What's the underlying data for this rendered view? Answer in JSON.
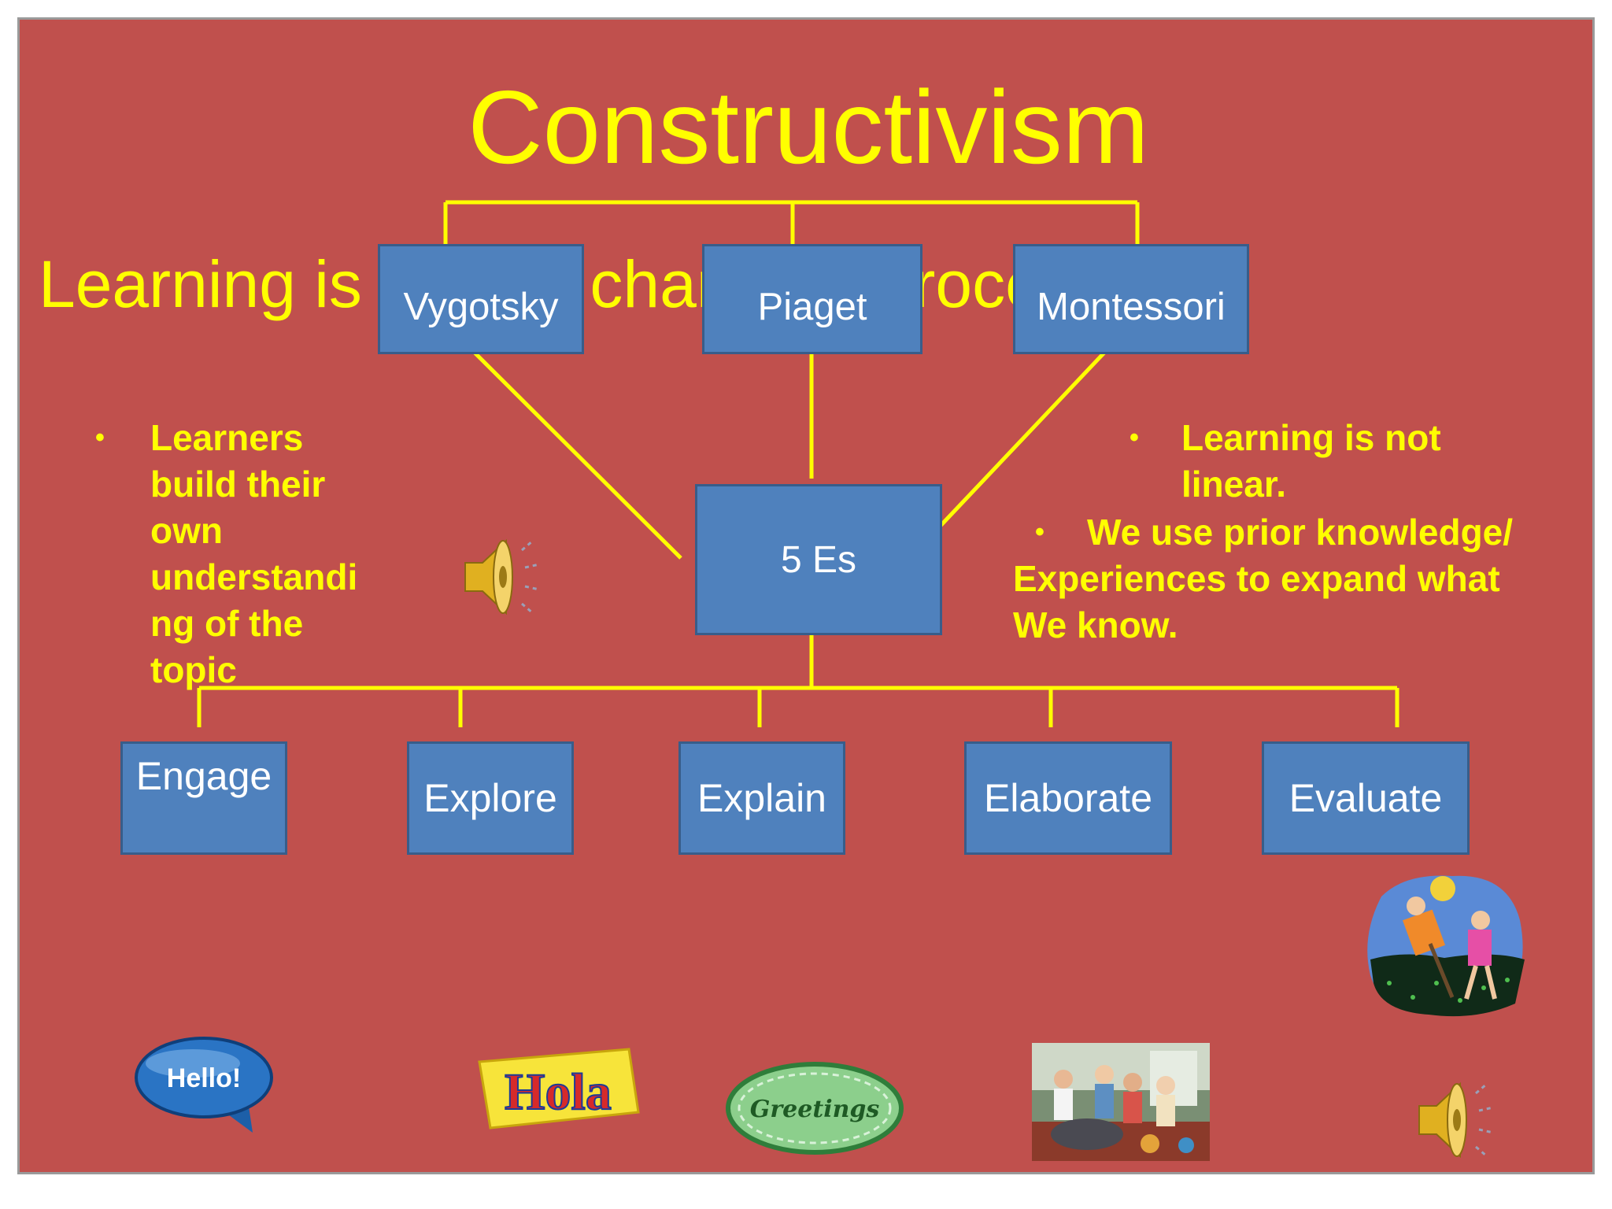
{
  "slide": {
    "title": "Constructivism",
    "subtitle": "Learning is active, changing process"
  },
  "theorists": [
    "Vygotsky",
    "Piaget",
    "Montessori"
  ],
  "center": "5 Es",
  "phases": [
    "Engage",
    "Explore",
    "Explain",
    "Elaborate",
    "Evaluate"
  ],
  "left_bullet": "Learners build their own understanding of the topic",
  "left_bullet_lines": [
    "Learners",
    "build their",
    "own",
    "understandi",
    "ng of the",
    "topic"
  ],
  "right_bullets": {
    "first_lines": [
      "Learning is not",
      "linear."
    ],
    "second_first_line": "We use prior knowledge/",
    "second_continuation": [
      "Experiences to expand what",
      "We know."
    ]
  },
  "clipart": {
    "speech_bubble_text": "Hello!",
    "hola_text": "Hola",
    "greetings_text": "Greetings",
    "icons": [
      "speaker-icon",
      "speech-bubble-hello",
      "hola-sign",
      "greetings-oval",
      "family-photo",
      "kids-gardening-clipart"
    ]
  },
  "colors": {
    "background": "#c0504d",
    "text": "#ffff00",
    "box_fill": "#4f81bd",
    "box_border": "#385d8a",
    "connector": "#ffff00"
  }
}
